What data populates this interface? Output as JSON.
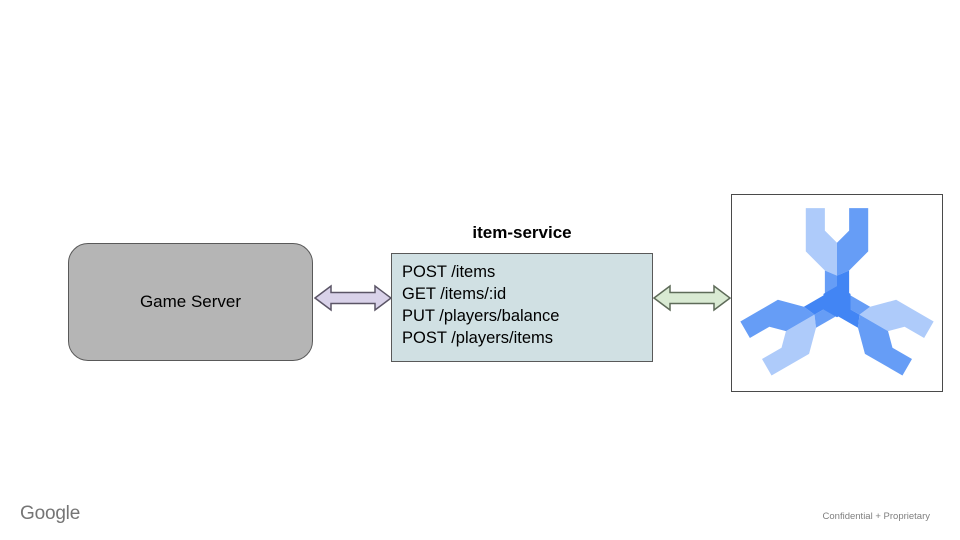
{
  "slide": {
    "footer": {
      "brand": "Google",
      "confidential": "Confidential + Proprietary"
    }
  },
  "diagram": {
    "game_server": {
      "label": "Game Server"
    },
    "item_service": {
      "title": "item-service",
      "endpoints": [
        "POST /items",
        "GET /items/:id",
        "PUT /players/balance",
        "POST /players/items"
      ]
    },
    "arrows": [
      {
        "name": "game-server-to-item-service",
        "direction": "bidirectional"
      },
      {
        "name": "item-service-to-spanner",
        "direction": "bidirectional"
      }
    ],
    "spanner_icon": {
      "name": "cloud-spanner-icon"
    }
  },
  "theme": {
    "vars": {
      "gray-fill": "#b5b5b5",
      "cyan-fill": "#d0e0e3",
      "shape-border": "#595959",
      "arrow-purple-fill": "#d9d2e9",
      "arrow-purple-stroke": "#5b5566",
      "arrow-green-fill": "#d9ead3",
      "arrow-green-stroke": "#5e6b59",
      "frame-border": "#4a4a4a",
      "sp-light": "#aecbfa",
      "sp-medium": "#669df6",
      "sp-dark": "#4285f4",
      "logo-gray": "#757575",
      "footnote-gray": "#7f7f7f"
    }
  }
}
